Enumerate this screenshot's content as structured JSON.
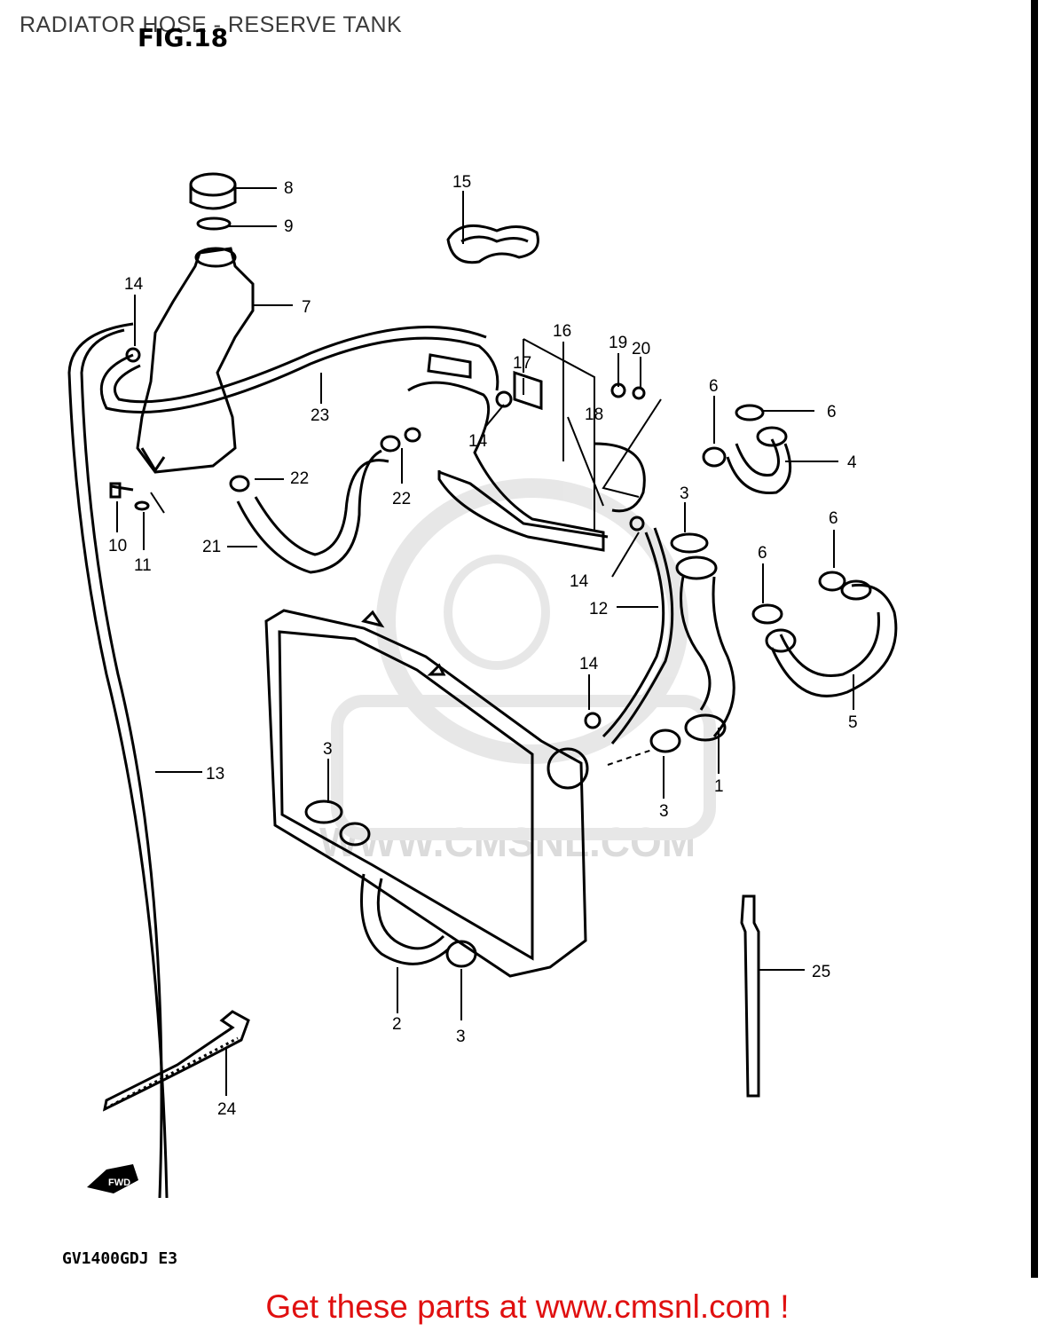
{
  "header": {
    "title": "RADIATOR HOSE - RESERVE TANK",
    "figure": "FIG.18"
  },
  "diagram": {
    "callouts": [
      "1",
      "2",
      "3",
      "4",
      "5",
      "6",
      "7",
      "8",
      "9",
      "10",
      "11",
      "12",
      "13",
      "14",
      "15",
      "16",
      "17",
      "18",
      "19",
      "20",
      "21",
      "22",
      "23",
      "24",
      "25"
    ],
    "watermark": "WWW.CMSNL.COM",
    "fwd_label": "FWD"
  },
  "footer": {
    "model_code": "GV1400GDJ E3",
    "cta": "Get these parts at www.cmsnl.com !"
  },
  "colors": {
    "cta": "#e01010",
    "line": "#000000",
    "watermark": "#c8c8c8"
  }
}
